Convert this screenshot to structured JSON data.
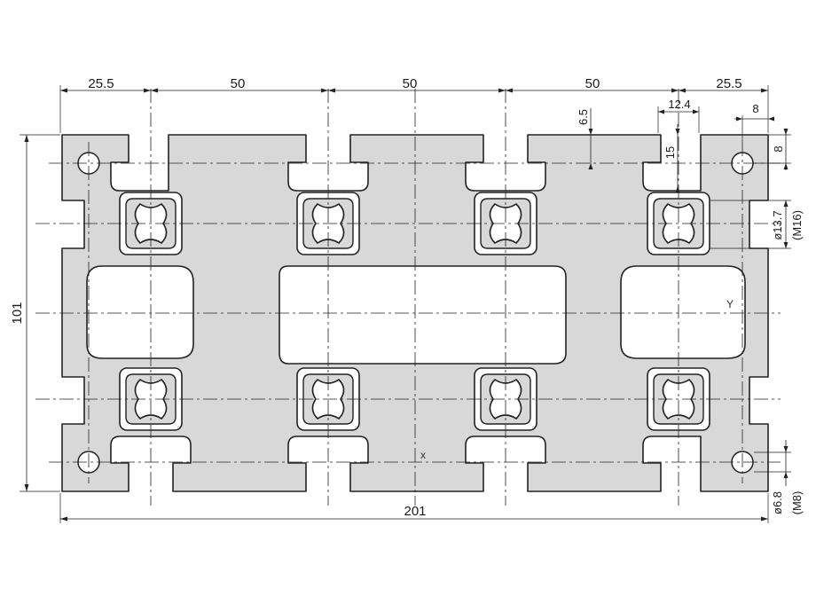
{
  "drawing": {
    "dimensions": {
      "top_edge_segment": "25.5",
      "top_pitch_1": "50",
      "top_pitch_2": "50",
      "top_pitch_3": "50",
      "top_edge_segment_right": "25.5",
      "slot_width": "12.4",
      "wall_depth": "6.5",
      "slot_depth": "15",
      "corner_offset_h": "8",
      "corner_offset_v": "8",
      "overall_width": "201",
      "overall_height": "101",
      "core_bore_diameter": "ø13.7",
      "core_bore_thread": "(M16)",
      "corner_hole_diameter": "ø6.8",
      "corner_hole_thread": "(M8)"
    },
    "axes": {
      "x_label": "x",
      "y_label": "Y"
    }
  }
}
